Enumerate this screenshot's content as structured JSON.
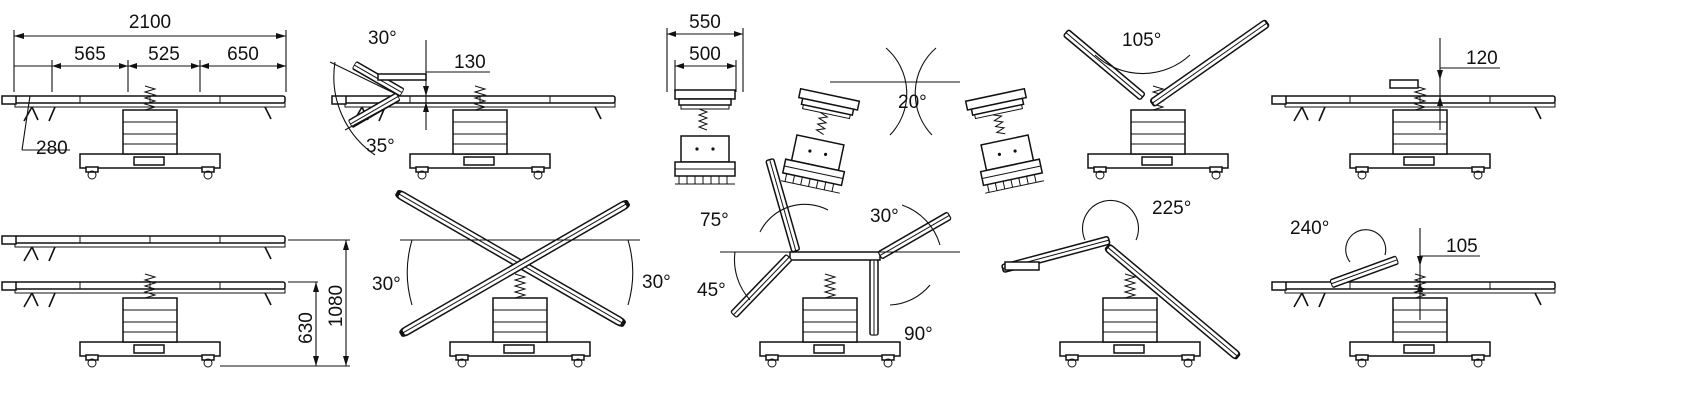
{
  "labels": {
    "total_length": "2100",
    "seg_565": "565",
    "seg_525": "525",
    "seg_650": "650",
    "head_280": "280",
    "head_up_30": "30°",
    "head_down_35": "35°",
    "drop_130": "130",
    "width_550": "550",
    "width_500": "500",
    "lateral_tilt_20": "20°",
    "back_105": "105°",
    "kidney_120": "120",
    "height_1080": "1080",
    "height_630": "630",
    "trend_left_30": "30°",
    "trend_right_30": "30°",
    "back_75": "75°",
    "back_45": "45°",
    "leg_30": "30°",
    "leg_90": "90°",
    "reflex_225": "225°",
    "flex_240": "240°",
    "drop_105": "105"
  }
}
